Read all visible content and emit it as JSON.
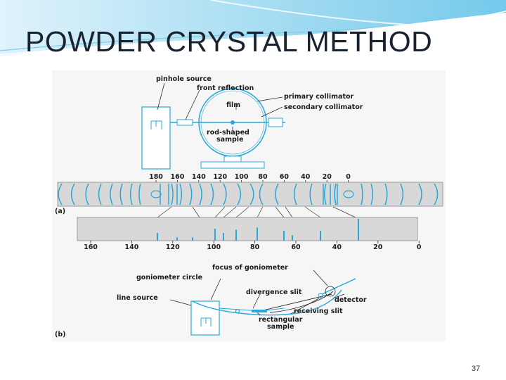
{
  "slide": {
    "title": "POWDER CRYSTAL METHOD",
    "number": "37"
  },
  "figure": {
    "camera": {
      "labels": {
        "pinhole_source": "pinhole source",
        "front_reflection": "front reflection",
        "primary_collimator": "primary collimator",
        "film": "film",
        "secondary_collimator": "secondary collimator",
        "rod_sample_line1": "rod-shaped",
        "rod_sample_line2": "sample"
      }
    },
    "film_strip": {
      "scale": [
        "180",
        "160",
        "140",
        "120",
        "100",
        "80",
        "60",
        "40",
        "20",
        "0"
      ]
    },
    "panel_a_label": "(a)",
    "diffractogram": {
      "scale": [
        "160",
        "140",
        "120",
        "100",
        "80",
        "60",
        "40",
        "20",
        "0"
      ]
    },
    "panel_b_label": "(b)",
    "diffractometer": {
      "labels": {
        "focus": "focus of goniometer",
        "goniometer_circle": "goniometer circle",
        "divergence_slit": "divergence slit",
        "line_source": "line source",
        "detector": "detector",
        "receiving_slit": "receiving slit",
        "rect_sample_line1": "rectangular",
        "rect_sample_line2": "sample"
      }
    },
    "colors": {
      "accent": "#29a8d8",
      "line": "#2a2a2a"
    }
  }
}
